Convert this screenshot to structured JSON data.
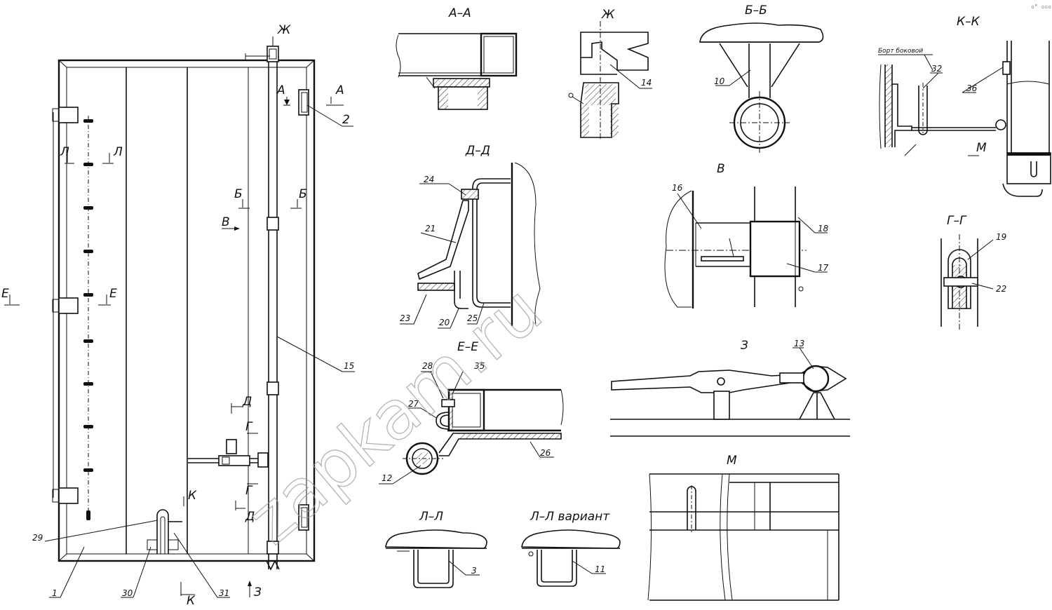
{
  "sections": {
    "aa": "А–А",
    "zh": "Ж",
    "bb": "Б–Б",
    "kk": "К–К",
    "dd": "Д–Д",
    "v": "В",
    "gg": "Г–Г",
    "ee": "Е–Е",
    "z": "З",
    "m": "М",
    "ll": "Л–Л",
    "ll_variant": "Л–Л вариант"
  },
  "cut_marks": {
    "zh": "Ж",
    "a": "А",
    "l": "Л",
    "b": "Б",
    "v": "В",
    "e": "Е",
    "d": "Д",
    "g": "Г",
    "k": "К",
    "z": "З",
    "m": "М"
  },
  "callouts": {
    "n1": "1",
    "n2": "2",
    "n3": "3",
    "n10": "10",
    "n11": "11",
    "n12": "12",
    "n13": "13",
    "n14": "14",
    "n15": "15",
    "n16": "16",
    "n17": "17",
    "n18": "18",
    "n19": "19",
    "n20": "20",
    "n21": "21",
    "n22": "22",
    "n23": "23",
    "n24": "24",
    "n25": "25",
    "n26": "26",
    "n27": "27",
    "n28": "28",
    "n29": "29",
    "n30": "30",
    "n31": "31",
    "n32": "32",
    "n35": "35",
    "n36": "36"
  },
  "notes": {
    "bort": "Борт боковой"
  },
  "watermark": "zapkam.ru",
  "corner_mark": "▫° ▫▫▫"
}
